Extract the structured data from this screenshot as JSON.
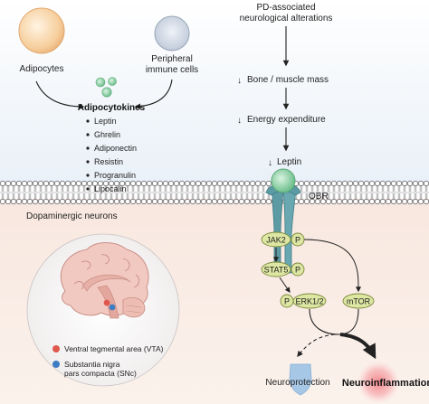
{
  "adipocytes_label": "Adipocytes",
  "immune_cells_label": [
    "Peripheral",
    "immune cells"
  ],
  "adipocytokines_title": "Adipocytokines",
  "adipocytokines": [
    "Leptin",
    "Ghrelin",
    "Adiponectin",
    "Resistin",
    "Progranulin",
    "Lipocalin"
  ],
  "pd_alterations_label": [
    "PD-associated",
    "neurological alterations"
  ],
  "decrease_symbol": "↓",
  "decreases": [
    "Bone / muscle mass",
    "Energy expenditure",
    "Leptin"
  ],
  "receptor_label": "OBR",
  "neurons_label": "Dopaminergic neurons",
  "phospho_label": "P",
  "signaling": {
    "jak2": "JAK2",
    "stat5": "STAT5",
    "erk": "ERK1/2",
    "mtor": "mTOR"
  },
  "outcomes": {
    "neuroprotection": "Neuroprotection",
    "neuroinflammation": "Neuroinflammation"
  },
  "legend": {
    "vta": "Ventral tegmental area (VTA)",
    "snc": [
      "Substantia nigra",
      "pars compacta (SNc)"
    ]
  },
  "colors": {
    "top_bg": "#e9f0f7",
    "bottom_bg": "#f8e7df",
    "adipocyte": "#f6ce9c",
    "immune_cell": "#bfc9d9",
    "leptin_ball": "#8ccfa6",
    "receptor": "#5c9ba4",
    "kinase": "#dde6a2",
    "vta_dot": "#e0574d",
    "snc_dot": "#3d7bc3",
    "neuroinflammation_glow": "#f0868a",
    "neuroprotection_shield": "#9ec3e6"
  }
}
